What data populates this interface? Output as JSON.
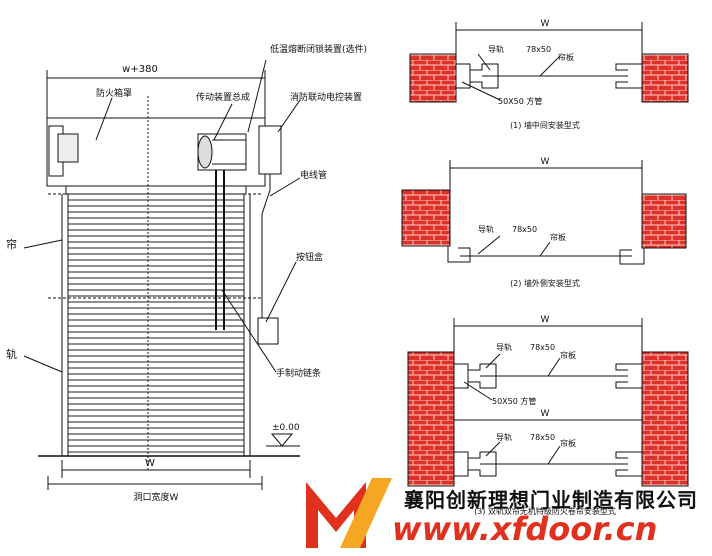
{
  "left": {
    "top_dim": "w+380",
    "box_label": "防火箱罩",
    "drive_label": "传动装置总成",
    "temp_label": "低温熔断闭锁装置(选件)",
    "linkage_label": "消防联动电控装置",
    "conduit_label": "电线管",
    "button_label": "按钮盒",
    "manual_label": "手制动链条",
    "curtain_label": "帘",
    "rail_label": "轨",
    "level_label": "±0.00",
    "w_label": "W",
    "opening_label": "洞口宽度W"
  },
  "right": {
    "d1": {
      "w": "W",
      "rail": "导轨",
      "rail_size": "78x50",
      "panel": "帘板",
      "tube": "50X50 方管",
      "caption": "(1) 墙中间安装型式"
    },
    "d2": {
      "w": "W",
      "rail": "导轨",
      "rail_size": "78x50",
      "panel": "帘板",
      "caption": "(2) 墙外侧安装型式"
    },
    "d3": {
      "w": "W",
      "w2": "W",
      "rail": "导轨",
      "rail_size": "78x50",
      "panel": "帘板",
      "tube": "50X50 方管",
      "rail2": "导轨",
      "rail2_size": "78x50",
      "panel2": "帘板",
      "caption": "(3) 双轨双帘无机特级防火卷帘安装型式"
    }
  },
  "brand": {
    "company": "襄阳创新理想门业制造有限公司",
    "website": "www.xfdoor.cn",
    "logo_colors": [
      "#e0301e",
      "#f5a623"
    ]
  },
  "colors": {
    "brick": "#e0302a",
    "ink": "#111111",
    "brand_red": "#e0301e"
  }
}
